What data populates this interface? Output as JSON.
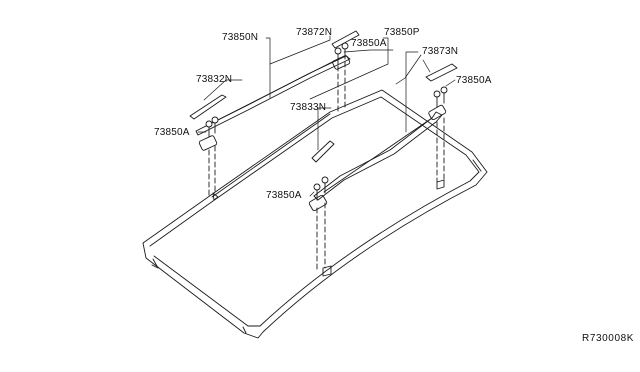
{
  "diagram": {
    "part_labels": {
      "p73850N": "73850N",
      "p73872N": "73872N",
      "p73850P": "73850P",
      "p73850A_top": "73850A",
      "p73873N": "73873N",
      "p73850A_right": "73850A",
      "p73832N": "73832N",
      "p73833N": "73833N",
      "p73850A_left": "73850A",
      "p73850A_center": "73850A"
    },
    "reference_code": "R730008K",
    "line_color": "#1a1a1a",
    "fill_color": "#ffffff"
  }
}
